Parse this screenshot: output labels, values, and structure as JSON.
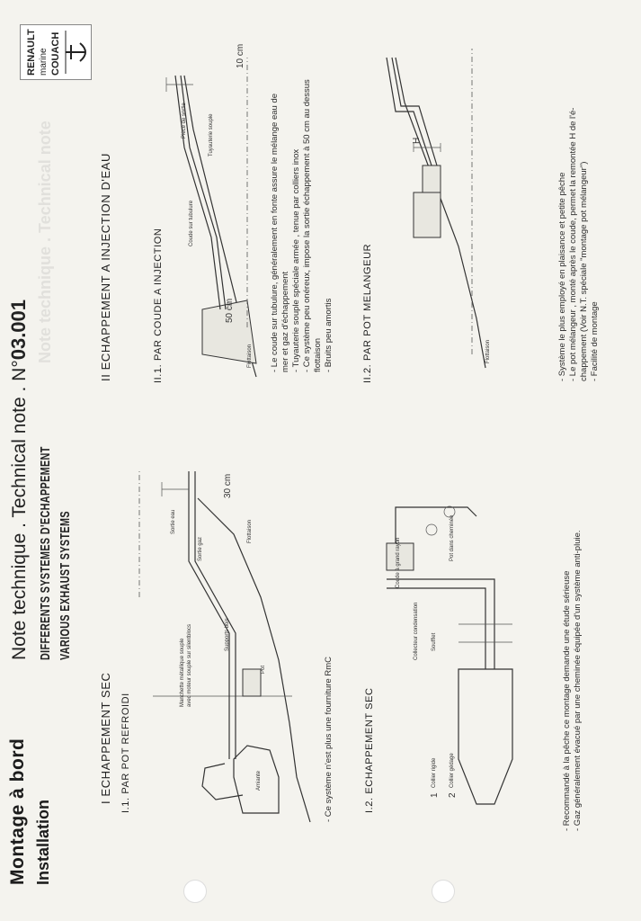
{
  "header": {
    "title_line1": "Montage à bord",
    "title_line2": "Installation",
    "note_label": "Note technique . Technical note . N°",
    "note_number": "03.001",
    "subtitle_fr": "DIFFERENTS SYSTEMES D'ECHAPPEMENT",
    "subtitle_en": "VARIOUS EXHAUST SYSTEMS",
    "logo_lines": [
      "RENAULT",
      "marine",
      "COUACH"
    ]
  },
  "section1": {
    "heading": "I ECHAPPEMENT SEC",
    "sub1": {
      "heading": "I.1. PAR POT REFROIDI",
      "labels": {
        "sortie_eau": "Sortie eau",
        "sortie_gaz": "Sortie gaz",
        "flottaison": "Flottaison",
        "manchette": "Manchette métallique souple",
        "manchette2": "avec moteur souple sur silentblocs",
        "supports": "Supports bois",
        "pot": "Pot",
        "amiante": "Amiante",
        "dim": "30 cm"
      },
      "note": "- Ce système n'est plus une fourniture RmC"
    },
    "sub2": {
      "heading": "I.2. ECHAPPEMENT SEC",
      "labels": {
        "pot_cheminee": "Pot dans cheminée",
        "coude": "Coude à grand rayon",
        "soufflet": "Soufflet",
        "collecteur": "Collecteur condensation",
        "collier_rigide": "Collier rigide",
        "collier_gedage": "Collier gédage",
        "n1": "1",
        "n2": "2"
      },
      "notes": [
        "- Recommandé à la pêche ce montage demande une étude sérieuse",
        "- Gaz généralement évacué par une cheminée équipée d'un système anti-pluie."
      ]
    }
  },
  "section2": {
    "heading": "II ECHAPPEMENT A INJECTION D'EAU",
    "sub1": {
      "heading": "II.1. PAR COUDE A INJECTION",
      "labels": {
        "piece_sortie": "Pièce de sortie",
        "tuyauterie": "Tuyauterie souple",
        "coude_tub": "Coude sur tubulure",
        "flottaison": "Flottaison",
        "dim_top": "10 cm",
        "dim_bot": "50 cm"
      },
      "notes": [
        "- Le coude sur tubulure, généralement en fonte assure le mélange eau de",
        "mer et gaz d'échappement",
        "- Tuyauterie souple spéciale armée , tenue par colliers inox",
        "- Ce système peu onéreux, impose la sortie échappement à 50 cm au dessus",
        "flottaison",
        "- Bruits peu amortis"
      ]
    },
    "sub2": {
      "heading": "II.2. PAR POT MELANGEUR",
      "labels": {
        "flottaison": "Flottaison",
        "h": "H"
      },
      "notes": [
        "- Système le plus employé en plaisance et petite pêche",
        "- Le pot mélangeur , monté après le coude, permet la remontée H de l'é-",
        "chappement (Voir N.T. spéciale \"montage pot mélangeur\")",
        "- Facilité de montage"
      ]
    }
  }
}
